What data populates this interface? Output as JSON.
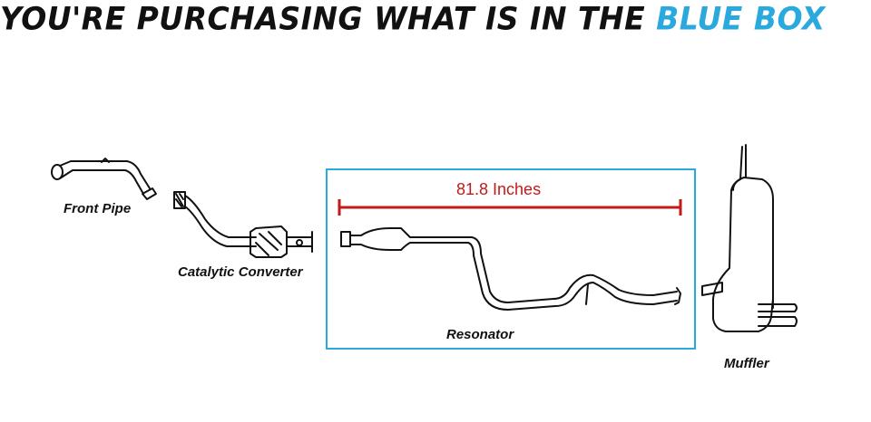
{
  "headline": {
    "prefix": "YOU'RE PURCHASING WHAT IS IN THE ",
    "highlight": "BLUE BOX",
    "highlight_color": "#2aa9de"
  },
  "parts": {
    "front_pipe": "Front Pipe",
    "catalytic_converter": "Catalytic Converter",
    "resonator": "Resonator",
    "muffler": "Muffler"
  },
  "measurement": {
    "label": "81.8 Inches",
    "color": "#c21a1a"
  },
  "box_color": "#2aa9de"
}
